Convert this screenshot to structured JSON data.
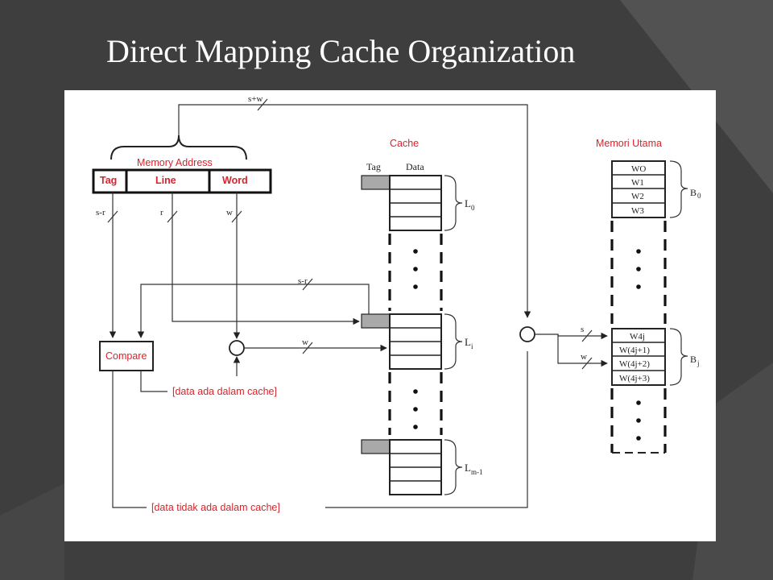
{
  "slide": {
    "title": "Direct Mapping Cache Organization"
  },
  "diagram": {
    "memory_address": {
      "label": "Memory Address",
      "fields": [
        "Tag",
        "Line",
        "Word"
      ]
    },
    "cache": {
      "label": "Cache",
      "col_tag": "Tag",
      "col_data": "Data",
      "lines": [
        "L",
        "L",
        "L"
      ],
      "line_subs": [
        "0",
        "i",
        "m-1"
      ]
    },
    "main_memory": {
      "label": "Memori Utama",
      "block0_words": [
        "WO",
        "W1",
        "W2",
        "W3"
      ],
      "blockj_words": [
        "W4j",
        "W(4j+1)",
        "W(4j+2)",
        "W(4j+3)"
      ],
      "block_labels": [
        "B",
        "B"
      ],
      "block_subs": [
        "0",
        "j"
      ]
    },
    "bus_labels": {
      "s_plus_w": "s+w",
      "s_minus_r_left": "s-r",
      "r": "r",
      "w_top": "w",
      "s_minus_r_mid": "s-r",
      "w_mid": "w",
      "s_right": "s",
      "w_right": "w"
    },
    "compare": {
      "label": "Compare",
      "hit_label": "[data ada dalam cache]",
      "miss_label": "[data tidak ada dalam cache]"
    },
    "accent_color": "#d9232b"
  }
}
